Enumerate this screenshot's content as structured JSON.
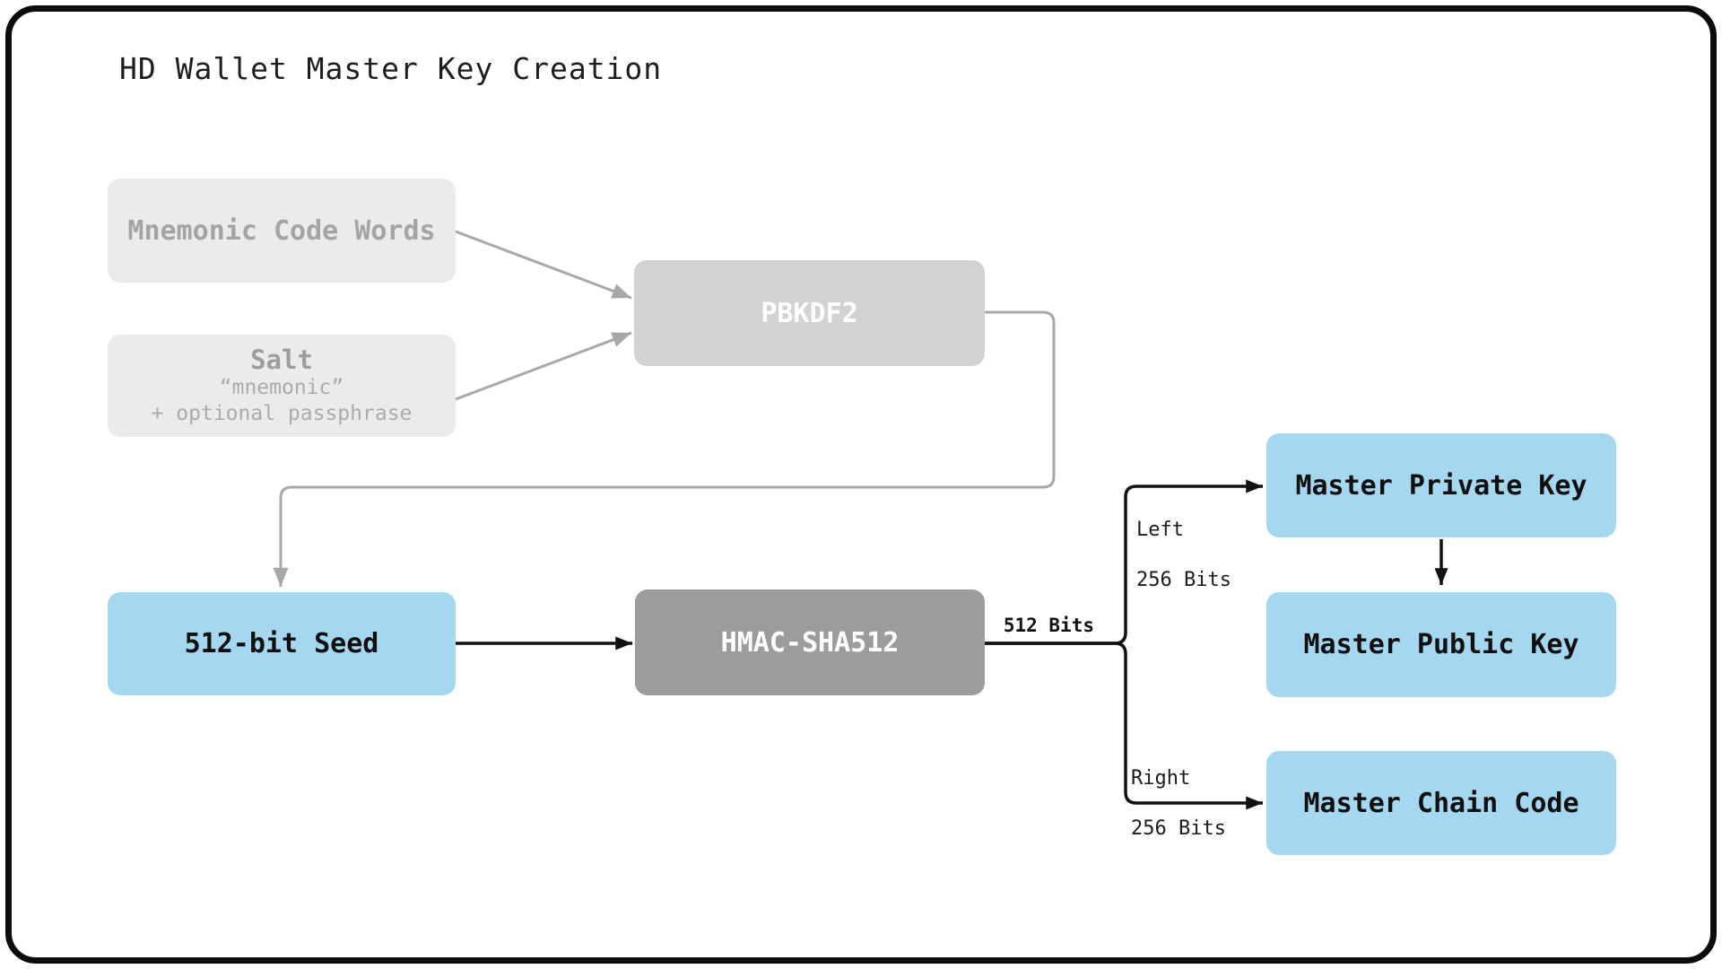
{
  "title": "HD Wallet Master Key Creation",
  "nodes": {
    "mnemonic": {
      "label": "Mnemonic Code Words"
    },
    "salt": {
      "label": "Salt",
      "sub1": "“mnemonic”",
      "sub2": "+ optional passphrase"
    },
    "pbkdf2": {
      "label": "PBKDF2"
    },
    "seed": {
      "label": "512-bit Seed"
    },
    "hmac": {
      "label": "HMAC-SHA512"
    },
    "master_private": {
      "label": "Master Private Key"
    },
    "master_public": {
      "label": "Master Public Key"
    },
    "master_chain": {
      "label": "Master Chain Code"
    }
  },
  "edge_labels": {
    "output_bits": "512 Bits",
    "left_branch": {
      "line1": "Left",
      "line2": "256 Bits"
    },
    "right_branch": {
      "line1": "Right",
      "line2": "256 Bits"
    }
  },
  "colors": {
    "node_input_bg": "#ebebeb",
    "node_input_text": "#a4a4a4",
    "node_pbkdf2_bg": "#d2d2d2",
    "node_hmac_bg": "#9c9c9c",
    "node_blue_bg": "#a5d8f0",
    "arrow_gray": "#a8a8a8",
    "arrow_black": "#111111",
    "frame_border": "#0c0c0c"
  }
}
